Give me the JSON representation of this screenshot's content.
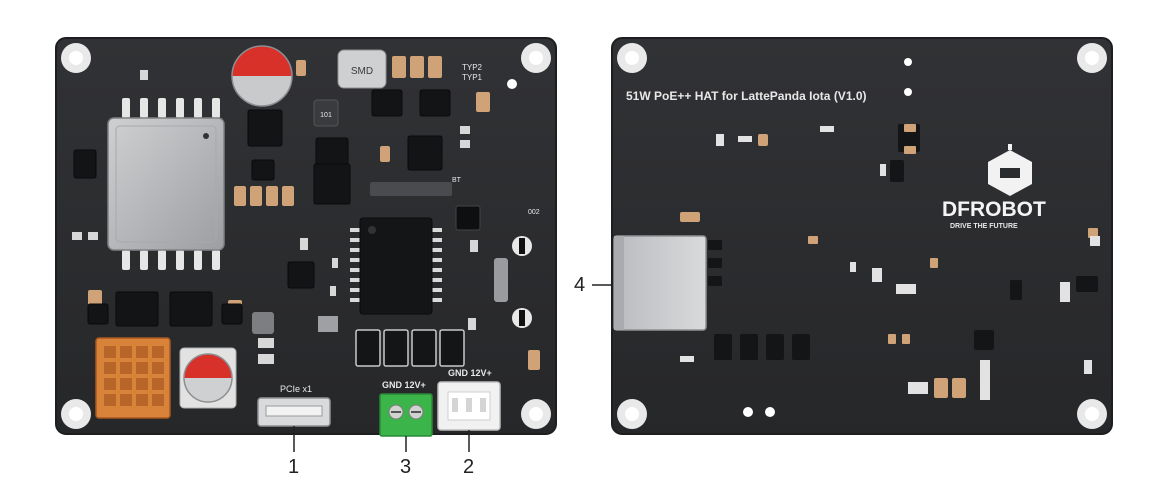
{
  "front_board": {
    "labels": {
      "smd": "SMD",
      "typ2": "TYP2",
      "typ1": "TYP1",
      "cap_101": "101",
      "bt": "BT",
      "code_002": "002",
      "pcie": "PCIe x1",
      "gnd_12v_terminal": "GND  12V+",
      "gnd_12v_jst": "GND  12V+"
    }
  },
  "back_board": {
    "title": "51W PoE++ HAT for LattePanda Iota (V1.0)",
    "logo_text": "DFROBOT",
    "tagline": "DRIVE THE FUTURE"
  },
  "callouts": [
    {
      "id": "1",
      "label": "1"
    },
    {
      "id": "2",
      "label": "2"
    },
    {
      "id": "3",
      "label": "3"
    },
    {
      "id": "4",
      "label": "4"
    }
  ],
  "colors": {
    "pcb": "#2b2c2e",
    "pcb_edge": "#1d1e20",
    "copper": "#d8823a",
    "terminal_green": "#3bb54a",
    "capacitor_red": "#d8312a"
  }
}
